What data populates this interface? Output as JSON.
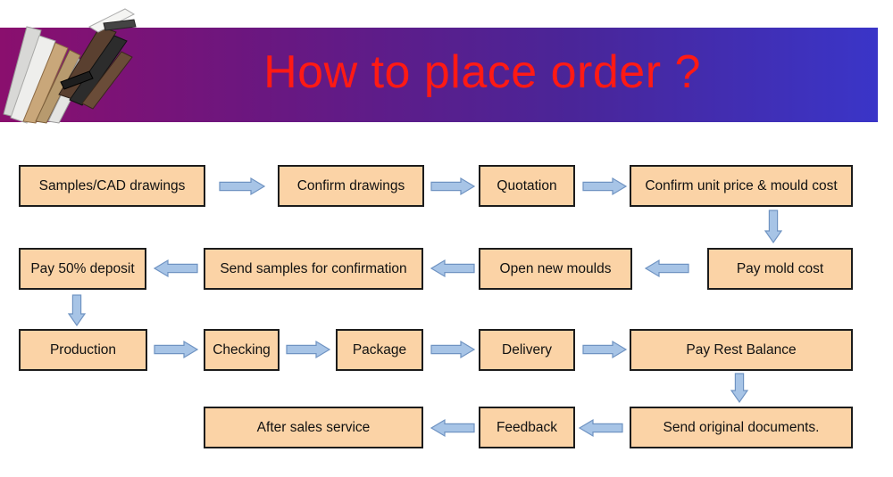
{
  "header": {
    "title": "How to place order ?"
  },
  "colors": {
    "step_fill": "#fbd3a6",
    "step_border": "#1c1c1c",
    "arrow_fill": "#a7c4e6",
    "arrow_stroke": "#6f93c2",
    "title_color": "#ff1a14"
  },
  "steps": {
    "samples": "Samples/CAD drawings",
    "confirm_drawings": "Confirm drawings",
    "quotation": "Quotation",
    "confirm_price": "Confirm unit price & mould cost",
    "pay_mold": "Pay mold cost",
    "open_moulds": "Open new moulds",
    "send_samples": "Send samples  for confirmation",
    "deposit": "Pay  50% deposit",
    "production": "Production",
    "checking": "Checking",
    "package": "Package",
    "delivery": "Delivery",
    "rest_balance": "Pay  Rest  Balance",
    "documents": "Send original documents.",
    "feedback": "Feedback",
    "after_sales": "After sales service"
  }
}
